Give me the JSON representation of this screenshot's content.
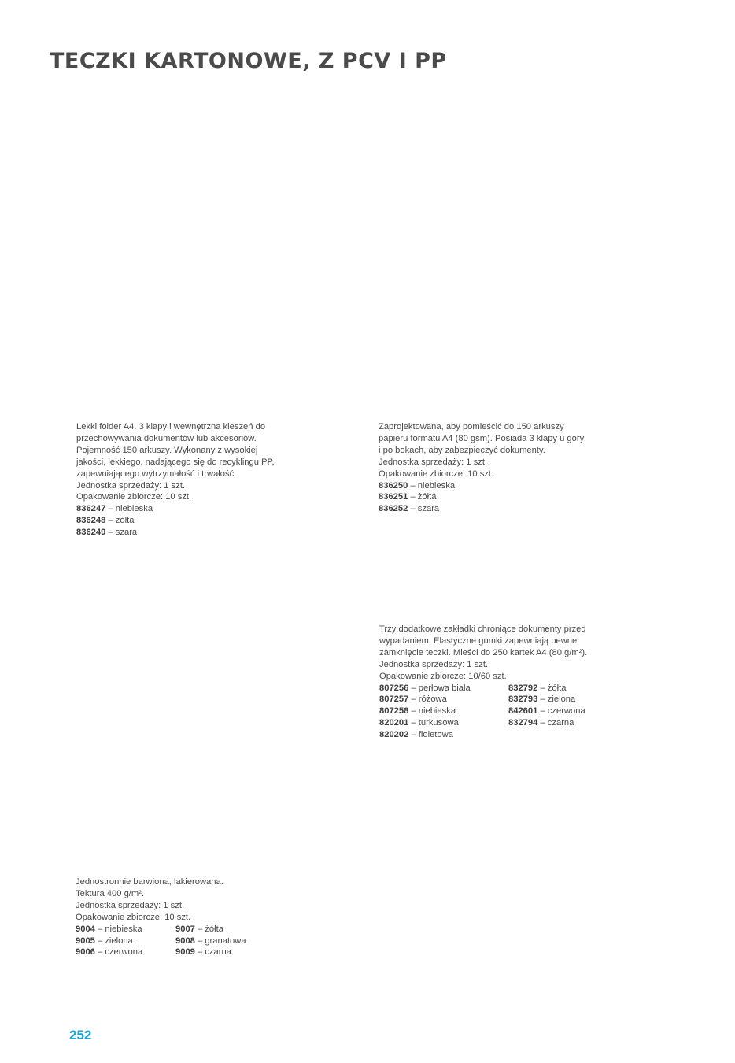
{
  "page": {
    "title": "TECZKI KARTONOWE, Z PCV I PP",
    "page_number": "252",
    "accent_color": "#1aa3d4"
  },
  "block1": {
    "lines": [
      "Lekki folder A4. 3 klapy i wewnętrzna kieszeń do",
      "przechowywania dokumentów lub akcesoriów.",
      "Pojemność 150 arkuszy. Wykonany z wysokiej",
      "jakości, lekkiego, nadającego się do recyklingu PP,",
      "zapewniającego wytrzymałość i trwałość.",
      "Jednostka sprzedaży: 1 szt.",
      "Opakowanie zbiorcze: 10 szt."
    ],
    "items": [
      {
        "code": "836247",
        "desc": " – niebieska"
      },
      {
        "code": "836248",
        "desc": " – żółta"
      },
      {
        "code": "836249",
        "desc": " – szara"
      }
    ]
  },
  "block2": {
    "lines": [
      "Zaprojektowana, aby pomieścić do 150 arkuszy",
      "papieru formatu A4 (80 gsm). Posiada 3 klapy u góry",
      "i po bokach, aby zabezpieczyć dokumenty.",
      "Jednostka sprzedaży: 1 szt.",
      "Opakowanie zbiorcze: 10 szt."
    ],
    "items": [
      {
        "code": "836250",
        "desc": " – niebieska"
      },
      {
        "code": "836251",
        "desc": " – żółta"
      },
      {
        "code": "836252",
        "desc": " – szara"
      }
    ]
  },
  "block3": {
    "lines": [
      "Trzy dodatkowe zakładki chroniące dokumenty przed",
      "wypadaniem. Elastyczne gumki zapewniają pewne",
      "zamknięcie teczki. Mieści do 250 kartek A4 (80 g/m²).",
      "Jednostka sprzedaży: 1 szt.",
      "Opakowanie zbiorcze: 10/60 szt."
    ],
    "col1": [
      {
        "code": "807256",
        "desc": " – perłowa biała"
      },
      {
        "code": "807257",
        "desc": " – różowa"
      },
      {
        "code": "807258",
        "desc": " – niebieska"
      },
      {
        "code": "820201",
        "desc": " – turkusowa"
      },
      {
        "code": "820202",
        "desc": " – fioletowa"
      }
    ],
    "col2": [
      {
        "code": "832792",
        "desc": " – żółta"
      },
      {
        "code": "832793",
        "desc": " – zielona"
      },
      {
        "code": "842601",
        "desc": " – czerwona"
      },
      {
        "code": "832794",
        "desc": " – czarna"
      }
    ]
  },
  "block4": {
    "lines": [
      "Jednostronnie barwiona, lakierowana.",
      "Tektura 400 g/m².",
      "Jednostka sprzedaży: 1 szt.",
      "Opakowanie zbiorcze: 10 szt."
    ],
    "col1": [
      {
        "code": "9004",
        "desc": " – niebieska"
      },
      {
        "code": "9005",
        "desc": " – zielona"
      },
      {
        "code": "9006",
        "desc": " – czerwona"
      }
    ],
    "col2": [
      {
        "code": "9007",
        "desc": " – żółta"
      },
      {
        "code": "9008",
        "desc": " – granatowa"
      },
      {
        "code": "9009",
        "desc": " – czarna"
      }
    ]
  }
}
